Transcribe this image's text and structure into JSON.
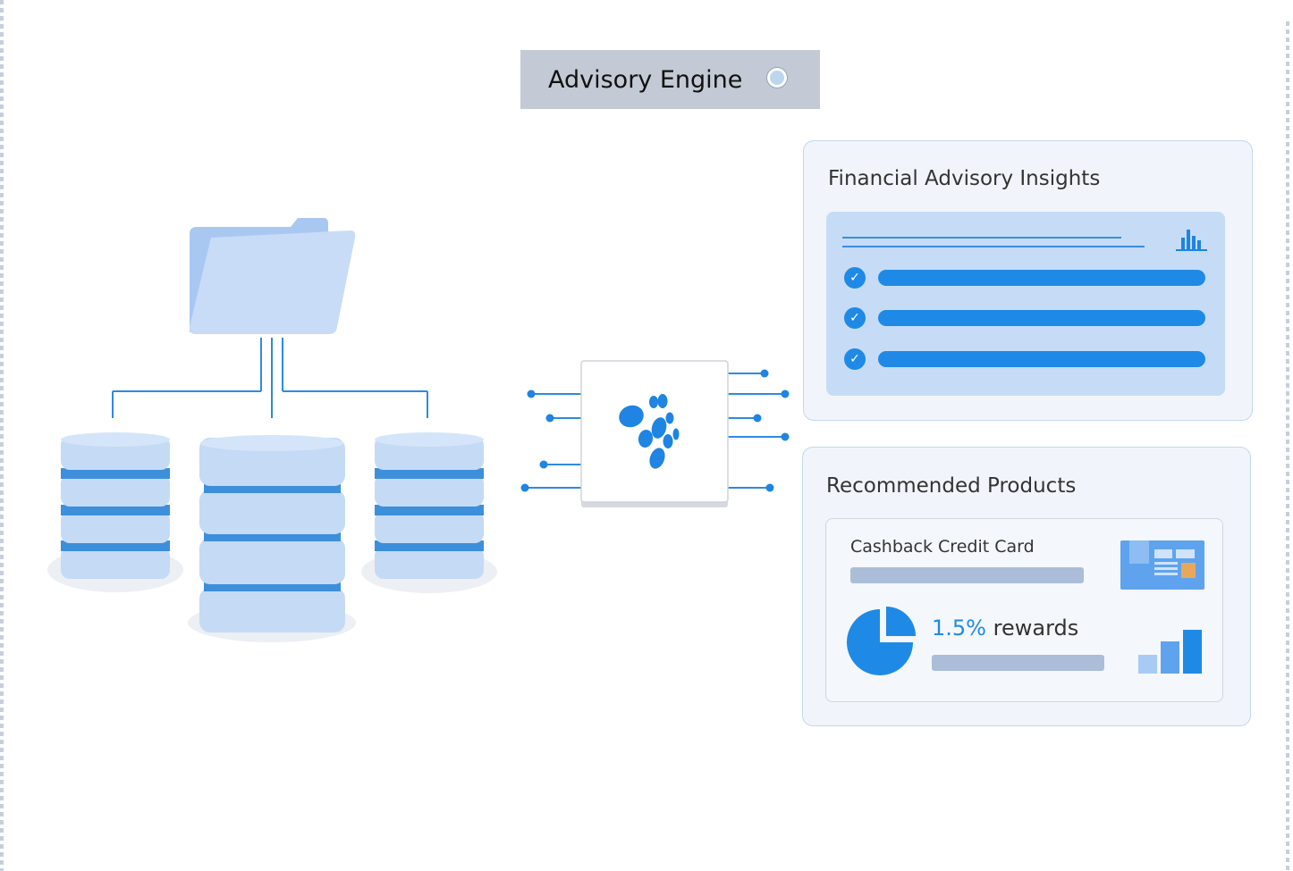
{
  "engine": {
    "label": "Advisory Engine"
  },
  "insights": {
    "title": "Financial Advisory Insights",
    "check_count": 3
  },
  "products": {
    "title": "Recommended Products",
    "item_name": "Cashback Credit Card",
    "reward_value": "1.5%",
    "reward_label": "rewards"
  },
  "icons": {
    "folder": "folder-icon",
    "databases": "database-icon",
    "engine": "ai-logo-icon",
    "insight_chart": "bar-chart-icon",
    "check": "check-circle-icon",
    "credit_card": "credit-card-icon",
    "pie": "pie-chart-icon",
    "bars": "rising-bars-icon"
  },
  "colors": {
    "accent": "#1f8ae6",
    "light_blue": "#c6dcf6",
    "database_body": "#c5daf5",
    "database_band": "#3d8fdb",
    "label_background": "#c3cad5",
    "panel_background": "#f1f5fb"
  }
}
